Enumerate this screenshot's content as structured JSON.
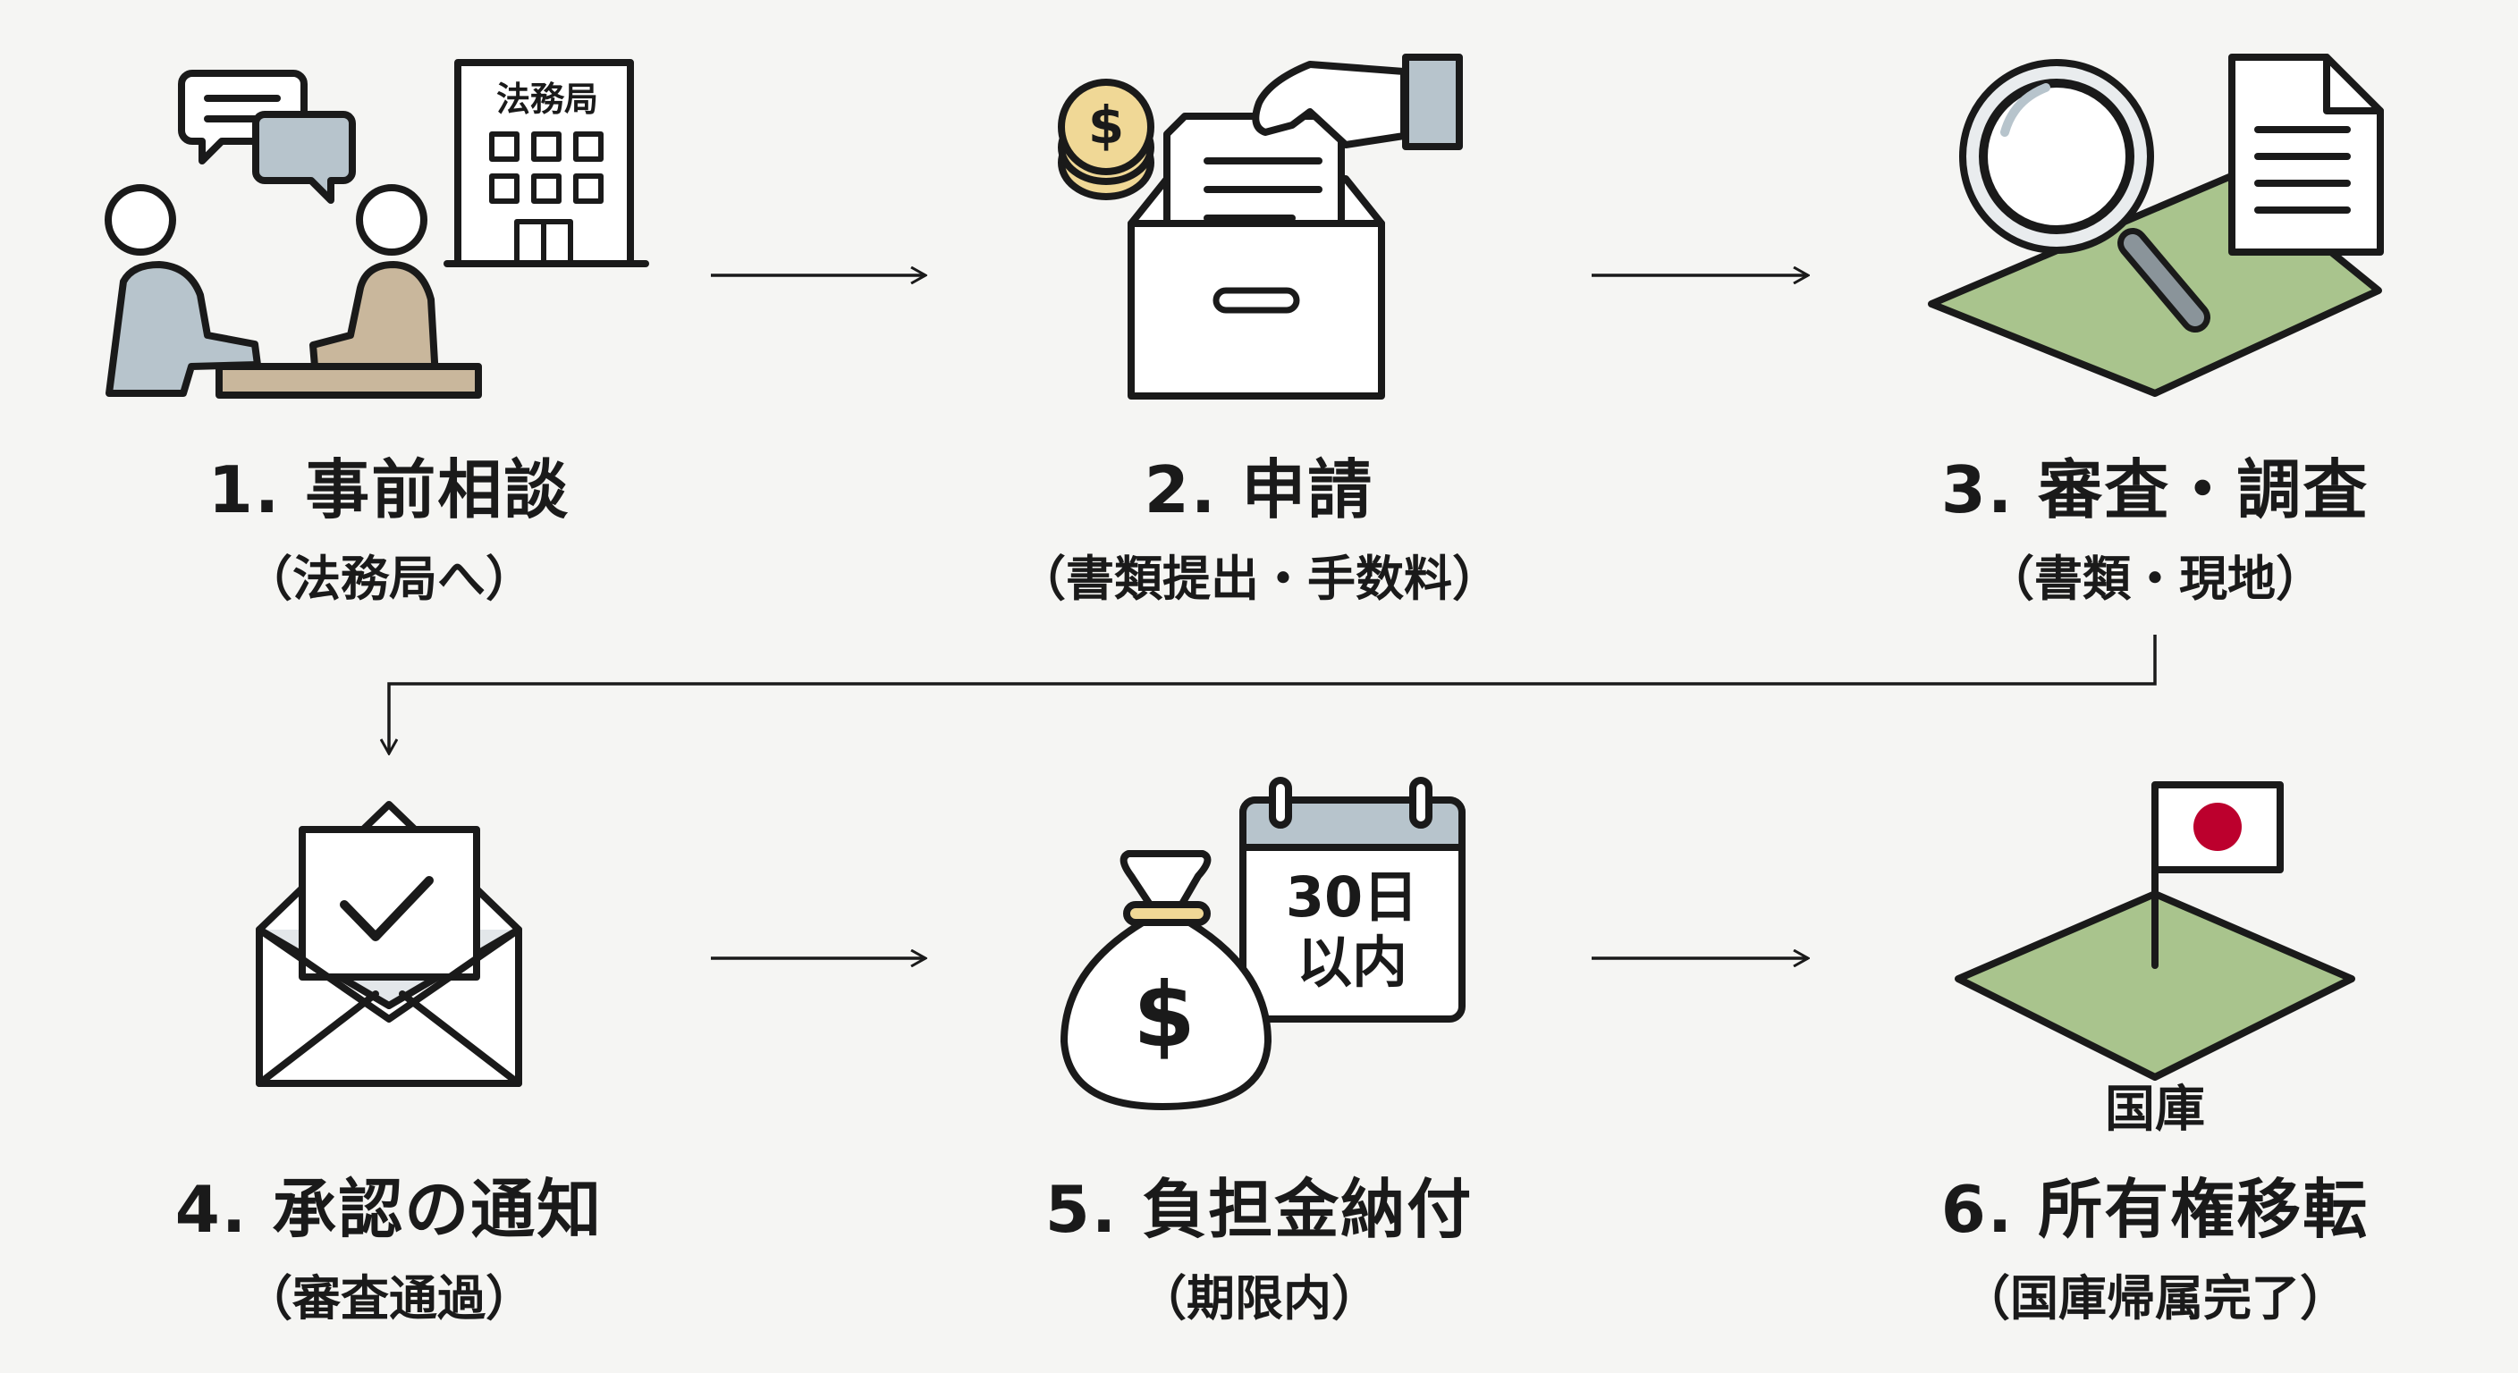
{
  "steps": [
    {
      "title": "1. 事前相談",
      "subtitle": "（法務局へ）",
      "icon": "consultation-icon",
      "building_sign": "法務局"
    },
    {
      "title": "2. 申請",
      "subtitle": "（書類提出・手数料）",
      "icon": "application-box-icon"
    },
    {
      "title": "3. 審査・調査",
      "subtitle": "（書類・現地）",
      "icon": "inspection-icon"
    },
    {
      "title": "4. 承認の通知",
      "subtitle": "（審査通過）",
      "icon": "envelope-check-icon"
    },
    {
      "title": "5. 負担金納付",
      "subtitle": "（期限内）",
      "icon": "money-bag-calendar-icon",
      "calendar_line1": "30日",
      "calendar_line2": "以内"
    },
    {
      "title": "6. 所有権移転",
      "subtitle": "（国庫帰属完了）",
      "icon": "flag-land-icon",
      "land_label": "国庫"
    }
  ],
  "colors": {
    "stroke": "#1a1a1a",
    "person_blue": "#b7c4cc",
    "person_tan": "#c9b79c",
    "land_green": "#a9c48d",
    "coin_gold": "#f0d896",
    "flag_red": "#bc002d",
    "background": "#f5f5f3"
  }
}
